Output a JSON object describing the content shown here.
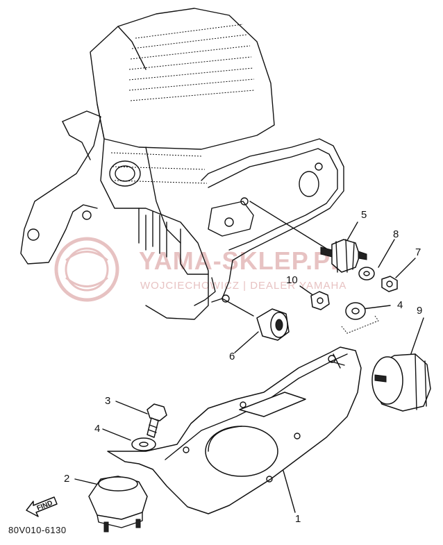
{
  "diagram": {
    "part_code": "80V010-6130",
    "find_label": "FIND",
    "watermark": {
      "main": "YAMA-SKLEP.PL",
      "sub": "WOJCIECHOWICZ | DEALER YAMAHA",
      "color": "#e7c2c2"
    },
    "callouts": {
      "c1": "1",
      "c2": "2",
      "c3": "3",
      "c4a": "4",
      "c4b": "4",
      "c5": "5",
      "c6": "6",
      "c7": "7",
      "c8": "8",
      "c9": "9",
      "c10": "10"
    }
  }
}
